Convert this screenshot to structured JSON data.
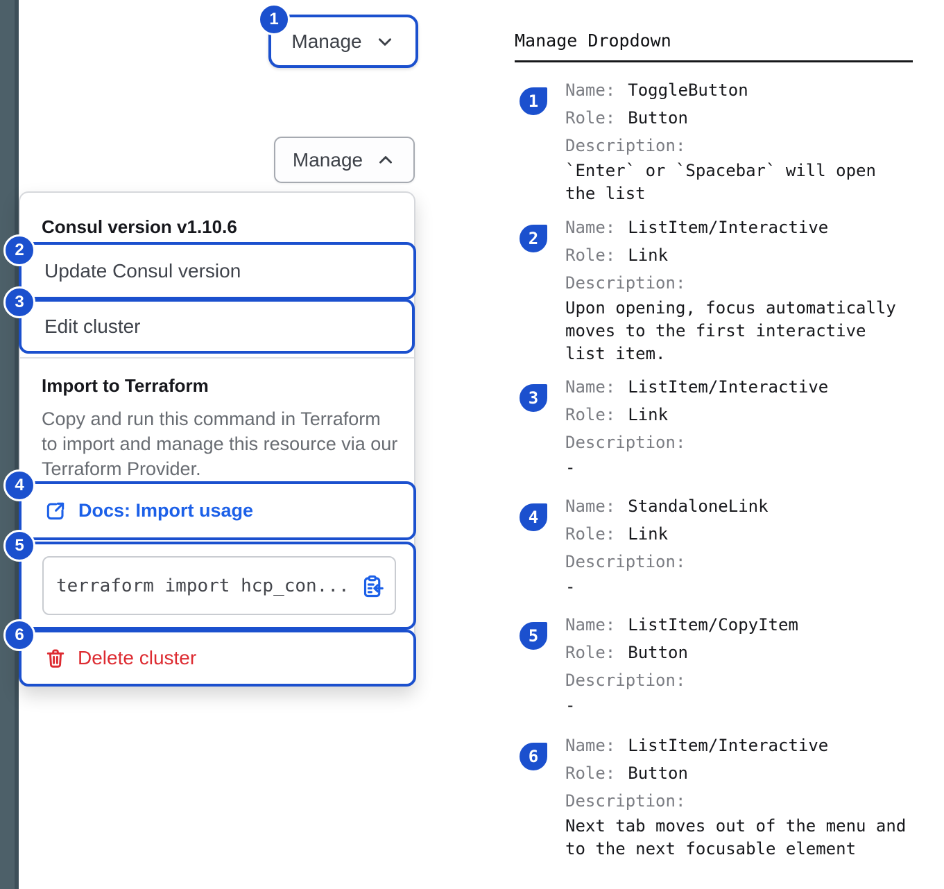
{
  "left": {
    "toggle_closed": {
      "label": "Manage",
      "badge": "1"
    },
    "toggle_open": {
      "label": "Manage"
    },
    "dropdown": {
      "version_header": "Consul version v1.10.6",
      "items": [
        {
          "badge": "2",
          "label": "Update Consul version"
        },
        {
          "badge": "3",
          "label": "Edit cluster"
        }
      ],
      "import_section": {
        "title": "Import to Terraform",
        "description": "Copy and run this command in Terraform to import and manage this resource via our Terraform Provider.",
        "docs_link": {
          "badge": "4",
          "label": "Docs: Import usage"
        },
        "code": {
          "badge": "5",
          "text": "terraform import hcp_con..."
        },
        "delete": {
          "badge": "6",
          "label": "Delete cluster"
        }
      }
    }
  },
  "legend": {
    "title": "Manage Dropdown",
    "labels": {
      "name": "Name:",
      "role": "Role:",
      "description": "Description:"
    },
    "items": [
      {
        "badge": "1",
        "name": "ToggleButton",
        "role": "Button",
        "description": "`Enter` or `Spacebar` will open the list"
      },
      {
        "badge": "2",
        "name": "ListItem/Interactive",
        "role": "Link",
        "description": "Upon opening, focus automatically moves to the first interactive list item."
      },
      {
        "badge": "3",
        "name": "ListItem/Interactive",
        "role": "Link",
        "description": "-"
      },
      {
        "badge": "4",
        "name": "StandaloneLink",
        "role": "Link",
        "description": "-"
      },
      {
        "badge": "5",
        "name": "ListItem/CopyItem",
        "role": "Button",
        "description": "-"
      },
      {
        "badge": "6",
        "name": "ListItem/Interactive",
        "role": "Button",
        "description": "Next tab moves out of the menu and to the next focusable element"
      }
    ]
  },
  "colors": {
    "annotation_blue": "#1b50ce",
    "link_blue": "#1c60e8",
    "danger_red": "#dd2b31",
    "side_strip": "#4d6069"
  }
}
